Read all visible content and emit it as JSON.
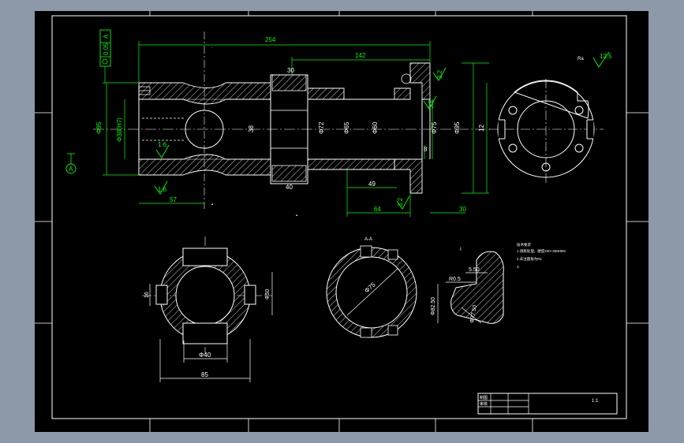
{
  "canvas": {
    "background_color": "#8d99a8",
    "sheet_color": "#000000",
    "line_color": "#ffffff",
    "dimension_color": "#00ff00"
  },
  "annotations": {
    "tolerance_value": "0.05",
    "tolerance_datum": "A",
    "datum_letter": "A",
    "roughness_main": "12.5",
    "roughness_prefix": "Ra",
    "roughness_a": "3.2",
    "roughness_b": "3.2",
    "roughness_c": "1.6",
    "roughness_d": "1.6",
    "roughness_e": "3.2"
  },
  "front_view_dims": {
    "overall_length": "254",
    "length_142": "142",
    "width_30": "30",
    "dia_95": "Φ95",
    "dia_bore": "Φ38(H7)",
    "dia_38": "38",
    "dia_72": "Φ72",
    "dia_65": "Φ65",
    "dia_60": "Φ60",
    "dia_75": "Φ75",
    "dia_95b": "Φ95",
    "height_12": "12",
    "len_8": "8",
    "len_57": "57",
    "len_40": "40",
    "len_49": "49",
    "len_64": "64",
    "len_30": "30"
  },
  "section_dims": {
    "dia_40": "Φ40",
    "dia_85": "85",
    "dim_16": "16",
    "dim_50": "Φ50",
    "dia_75": "Φ75",
    "detail_a": "5.50",
    "detail_b": "R0.5",
    "detail_c": "Φ82.50",
    "detail_d": "Φ77.50"
  },
  "views": {
    "section_label": "A-A",
    "detail_label": "Ⅰ"
  },
  "notes": {
    "heading": "技术要求",
    "line1": "1.调质处理，硬度220~250HBS",
    "line2": "2.未注圆角为R1",
    "line3": "3."
  },
  "title_block": {
    "row1_label": "制图",
    "row2_label": "审核",
    "code": "1:1"
  }
}
